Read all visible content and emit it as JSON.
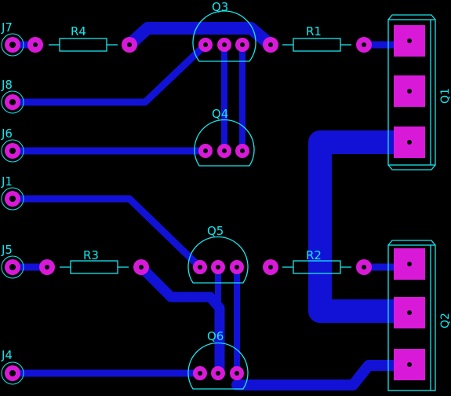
{
  "labels": {
    "j7": "J7",
    "j8": "J8",
    "j6": "J6",
    "j1": "J1",
    "j5": "J5",
    "j4": "J4",
    "r4": "R4",
    "r1": "R1",
    "r3": "R3",
    "r2": "R2",
    "q3": "Q3",
    "q4": "Q4",
    "q5": "Q5",
    "q6": "Q6",
    "q1": "Q1",
    "q2": "Q2"
  },
  "colors": {
    "background": "#000000",
    "trace": "#1212d6",
    "pad": "#d81ad8",
    "silkscreen": "#18e6ee"
  }
}
